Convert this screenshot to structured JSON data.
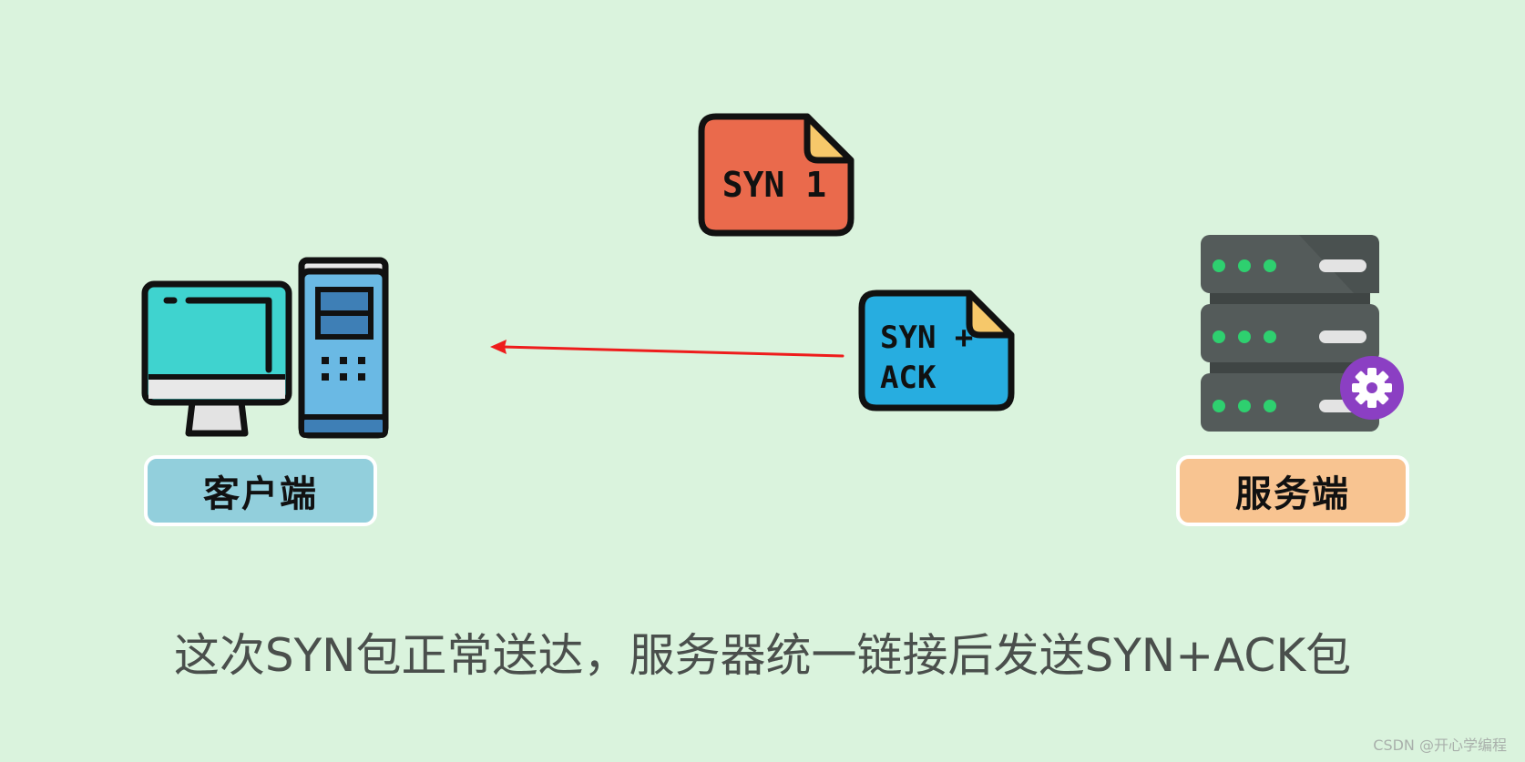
{
  "packets": {
    "syn": {
      "label": "SYN 1",
      "color": "#ea6a4c",
      "corner_color": "#f6c86a"
    },
    "synack": {
      "line1": "SYN +",
      "line2": "ACK",
      "color": "#27ade0",
      "corner_color": "#f6c86a"
    }
  },
  "client": {
    "label": "客户端",
    "icon": "desktop-computer-icon"
  },
  "server": {
    "label": "服务端",
    "icon": "server-rack-icon",
    "badge_icon": "gear-icon"
  },
  "arrow": {
    "color": "#ee1c1c",
    "direction": "server-to-client"
  },
  "caption": "这次SYN包正常送达，服务器统一链接后发送SYN+ACK包",
  "watermark": "CSDN @开心学编程"
}
